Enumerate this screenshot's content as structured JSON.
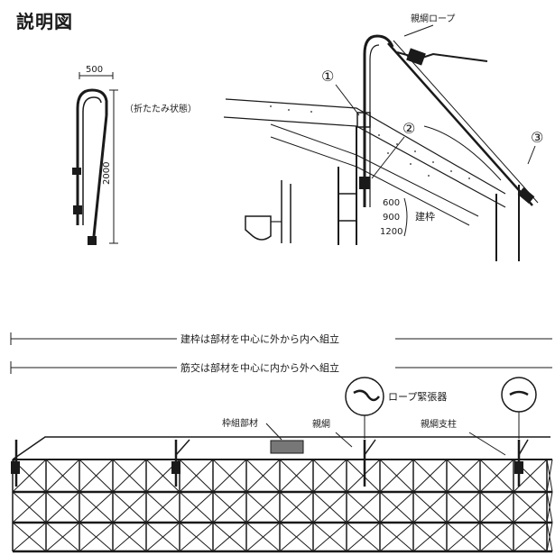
{
  "page_title": "説明図",
  "top": {
    "dim_width": "500",
    "dim_height": "2000",
    "folded_label": "（折たたみ状態）",
    "rope_label": "親綱ロープ",
    "marker_1": "①",
    "marker_2": "②",
    "marker_3": "③",
    "heights": [
      "600",
      "900",
      "1200"
    ],
    "frame_label": "建枠"
  },
  "bottom": {
    "rule_1": "建枠は部材を中心に外から内へ組立",
    "rule_2": "筋交は部材を中心に内から外へ組立",
    "tensioner_label": "ロープ緊張器",
    "frame_member_label": "枠組部材",
    "rope_label": "親綱",
    "post_label": "親綱支柱"
  }
}
